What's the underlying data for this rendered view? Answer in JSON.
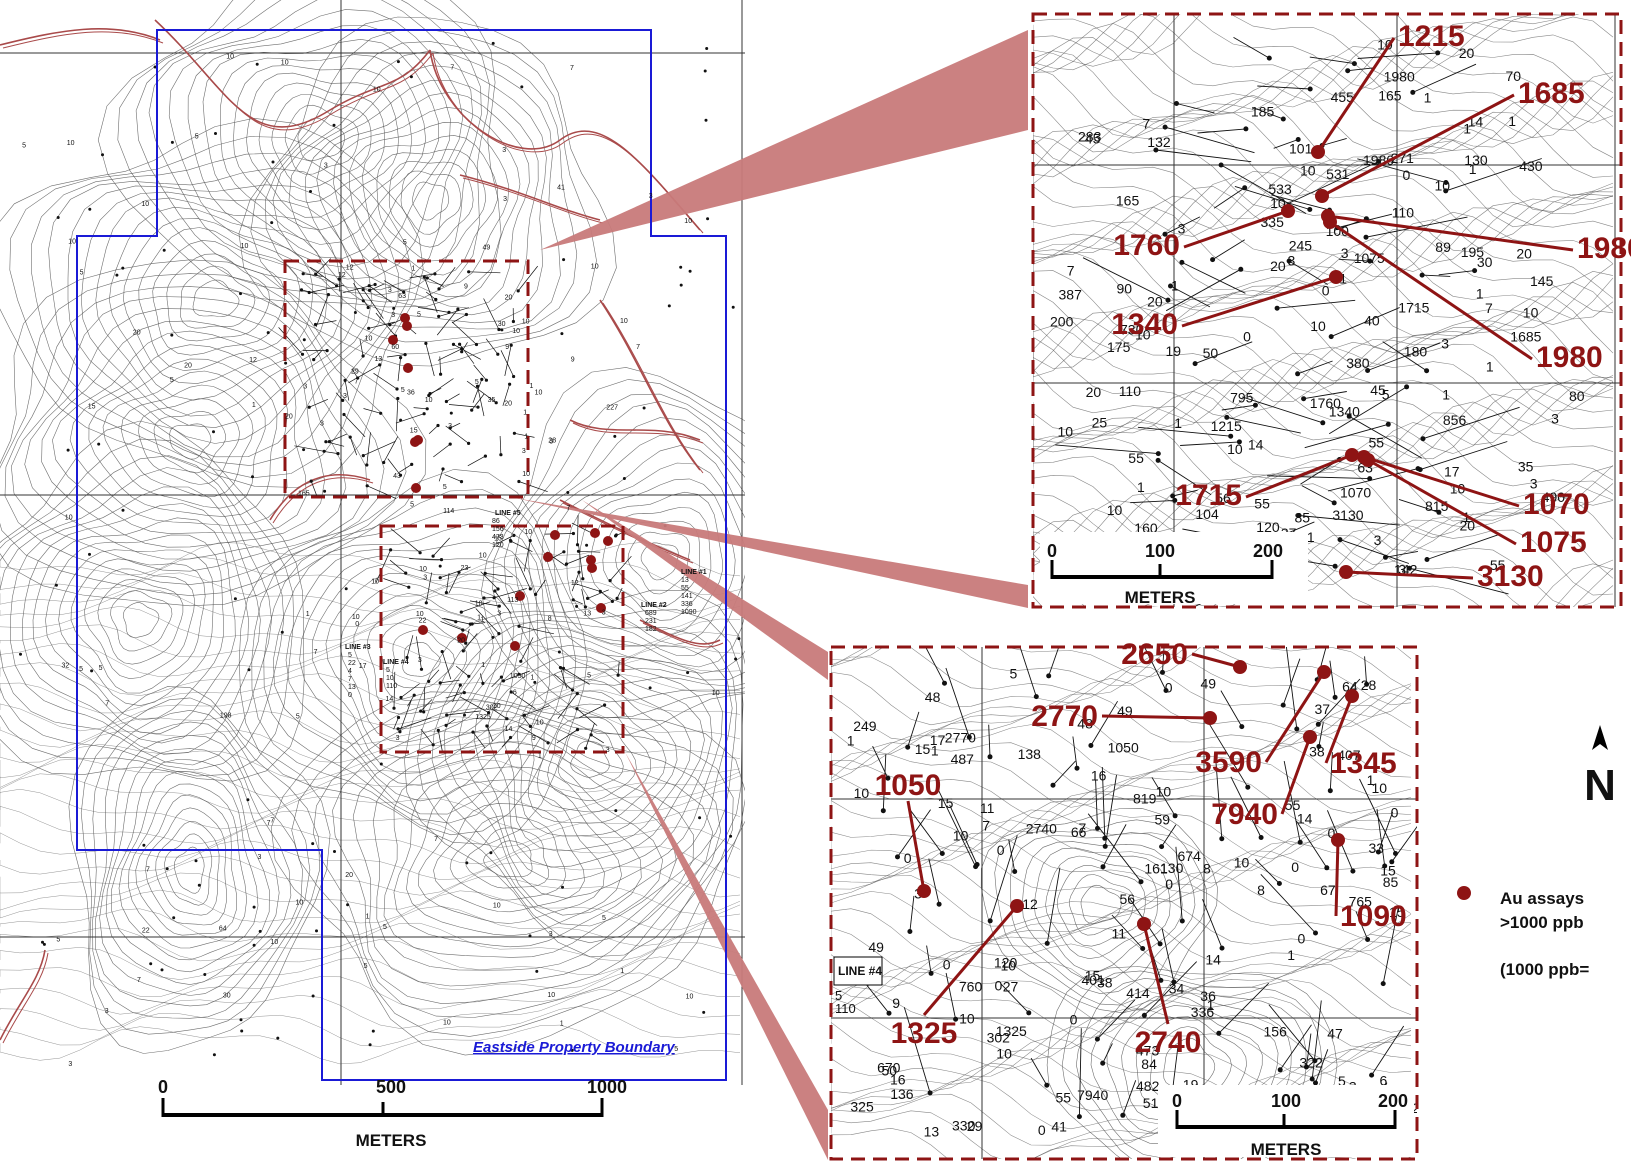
{
  "main_map": {
    "boundary_label": "Eastside Property Boundary",
    "scale": {
      "ticks": [
        "0",
        "500",
        "1000"
      ],
      "unit": "METERS"
    },
    "values": [
      "3",
      "3",
      "3",
      "3",
      "3",
      "7",
      "5",
      "3",
      "3",
      "3",
      "5",
      "1",
      "10",
      "10",
      "10",
      "12",
      "9",
      "7",
      "10",
      "10",
      "5",
      "7",
      "5",
      "1",
      "1",
      "3",
      "3",
      "3",
      "7",
      "7",
      "1",
      "5",
      "5",
      "3",
      "10",
      "10",
      "1",
      "1",
      "15",
      "20",
      "5",
      "7",
      "10",
      "10",
      "10",
      "20",
      "10",
      "5",
      "10",
      "10",
      "5",
      "7",
      "10",
      "10",
      "7",
      "10",
      "10",
      "3",
      "5",
      "1",
      "15",
      "20",
      "10",
      "3",
      "1",
      "5",
      "7",
      "22",
      "30",
      "36",
      "20",
      "22",
      "43",
      "198",
      "64",
      "32",
      "49",
      "41",
      "12",
      "9",
      "7",
      "5",
      "10",
      "10",
      "5",
      "10",
      "20",
      "10",
      "10",
      "5",
      "10",
      "7",
      "5",
      "5",
      "10",
      "3",
      "1",
      "1",
      "6",
      "3",
      "5",
      "3",
      "3",
      "3",
      "1",
      "1",
      "1",
      "17",
      "10",
      "23",
      "12",
      "63",
      "8",
      "9",
      "14",
      "3",
      "113",
      "114",
      "10",
      "5",
      "29",
      "12",
      "10",
      "3",
      "10",
      "165",
      "35",
      "30",
      "10",
      "227",
      "7",
      "13",
      "0",
      "10",
      "60",
      "14",
      "5",
      "3",
      "20",
      "10",
      "28",
      "9",
      "1",
      "20",
      "15",
      "10",
      "1050",
      "13",
      "1325",
      "302"
    ]
  },
  "line_tags": [
    "LINE #5",
    "LINE #1",
    "LINE #2",
    "LINE #3",
    "LINE #4"
  ],
  "line_values": [
    "86",
    "156",
    "473",
    "120",
    "13",
    "55",
    "141",
    "336",
    "1090",
    "689",
    "231",
    "182",
    "5",
    "22",
    "4",
    "7",
    "13",
    "0",
    "5",
    "10",
    "110"
  ],
  "inset_north": {
    "values": [
      "55",
      "10",
      "45",
      "45",
      "35",
      "165",
      "1",
      "50",
      "10",
      "10",
      "0",
      "20",
      "10",
      "185",
      "40",
      "25",
      "3",
      "0",
      "7",
      "10",
      "70",
      "531",
      "195",
      "80",
      "10",
      "90",
      "19",
      "10",
      "3",
      "1",
      "5",
      "175",
      "1215",
      "271",
      "533",
      "1",
      "1685",
      "815",
      "14",
      "142",
      "795",
      "1340",
      "56",
      "10",
      "0",
      "20",
      "430",
      "1980",
      "1980",
      "1760",
      "180",
      "20",
      "1",
      "30",
      "335",
      "200",
      "120",
      "245",
      "380",
      "89",
      "55",
      "130",
      "132",
      "455",
      "10",
      "20",
      "1",
      "1",
      "1",
      "1",
      "856",
      "85",
      "63",
      "490",
      "110",
      "145",
      "101",
      "55",
      "730",
      "165",
      "1715",
      "3",
      "1",
      "160",
      "100",
      "104",
      "10",
      "14",
      "20",
      "20",
      "37",
      "1070",
      "1075",
      "283",
      "387",
      "55",
      "3130",
      "110",
      "1",
      "3",
      "1",
      "3",
      "1",
      "3",
      "1",
      "3",
      "17",
      "10",
      "3",
      "7",
      "7"
    ],
    "scale": {
      "ticks": [
        "0",
        "100",
        "200"
      ],
      "unit": "METERS"
    },
    "assays": [
      "1215",
      "1685",
      "1760",
      "1980",
      "1340",
      "1980",
      "1715",
      "1070",
      "1075",
      "3130"
    ]
  },
  "inset_south": {
    "values": [
      "36",
      "50",
      "51",
      "8",
      "15",
      "1",
      "49",
      "27",
      "674",
      "6",
      "55",
      "10",
      "1",
      "0",
      "0",
      "765",
      "760",
      "336",
      "330",
      "19",
      "10",
      "13",
      "0",
      "11",
      "16",
      "49",
      "30",
      "0",
      "156",
      "473",
      "120",
      "10",
      "10",
      "2770",
      "0",
      "48",
      "7940",
      "0",
      "10",
      "138",
      "28",
      "38",
      "10",
      "1050",
      "487",
      "0",
      "55",
      "15",
      "0",
      "10",
      "5",
      "3",
      "670",
      "407",
      "112",
      "38",
      "29",
      "48",
      "66",
      "67",
      "15",
      "130",
      "49",
      "15",
      "56",
      "1",
      "33",
      "482",
      "316",
      "8",
      "192",
      "325",
      "47",
      "29",
      "15",
      "14",
      "59",
      "161",
      "7",
      "2740",
      "38",
      "819",
      "0",
      "7",
      "1325",
      "414",
      "302",
      "249",
      "34",
      "14",
      "9",
      "401",
      "11",
      "322",
      "41",
      "64",
      "84",
      "264",
      "136",
      "0",
      "3",
      "1",
      "10",
      "17",
      "16",
      "85",
      "37",
      "0",
      "0",
      "5",
      "7",
      "1"
    ],
    "line_tag": "LINE #4",
    "line_values": [
      "5",
      "110"
    ],
    "scale": {
      "ticks": [
        "0",
        "100",
        "200"
      ],
      "unit": "METERS"
    },
    "assays": [
      "2650",
      "2770",
      "3590",
      "1345",
      "1050",
      "7940",
      "1090",
      "1325",
      "2740"
    ]
  },
  "north_arrow": {
    "label": "N"
  },
  "legend": {
    "label_line1": "Au assays",
    "label_line2": ">1000 ppb",
    "note": "(1000 ppb="
  },
  "colors": {
    "assay_red": "#8e1414",
    "boundary_blue": "#1a1ad6",
    "road": "#a94a4a",
    "zoom_cone": "#c87a7a",
    "contour": "#555555"
  }
}
